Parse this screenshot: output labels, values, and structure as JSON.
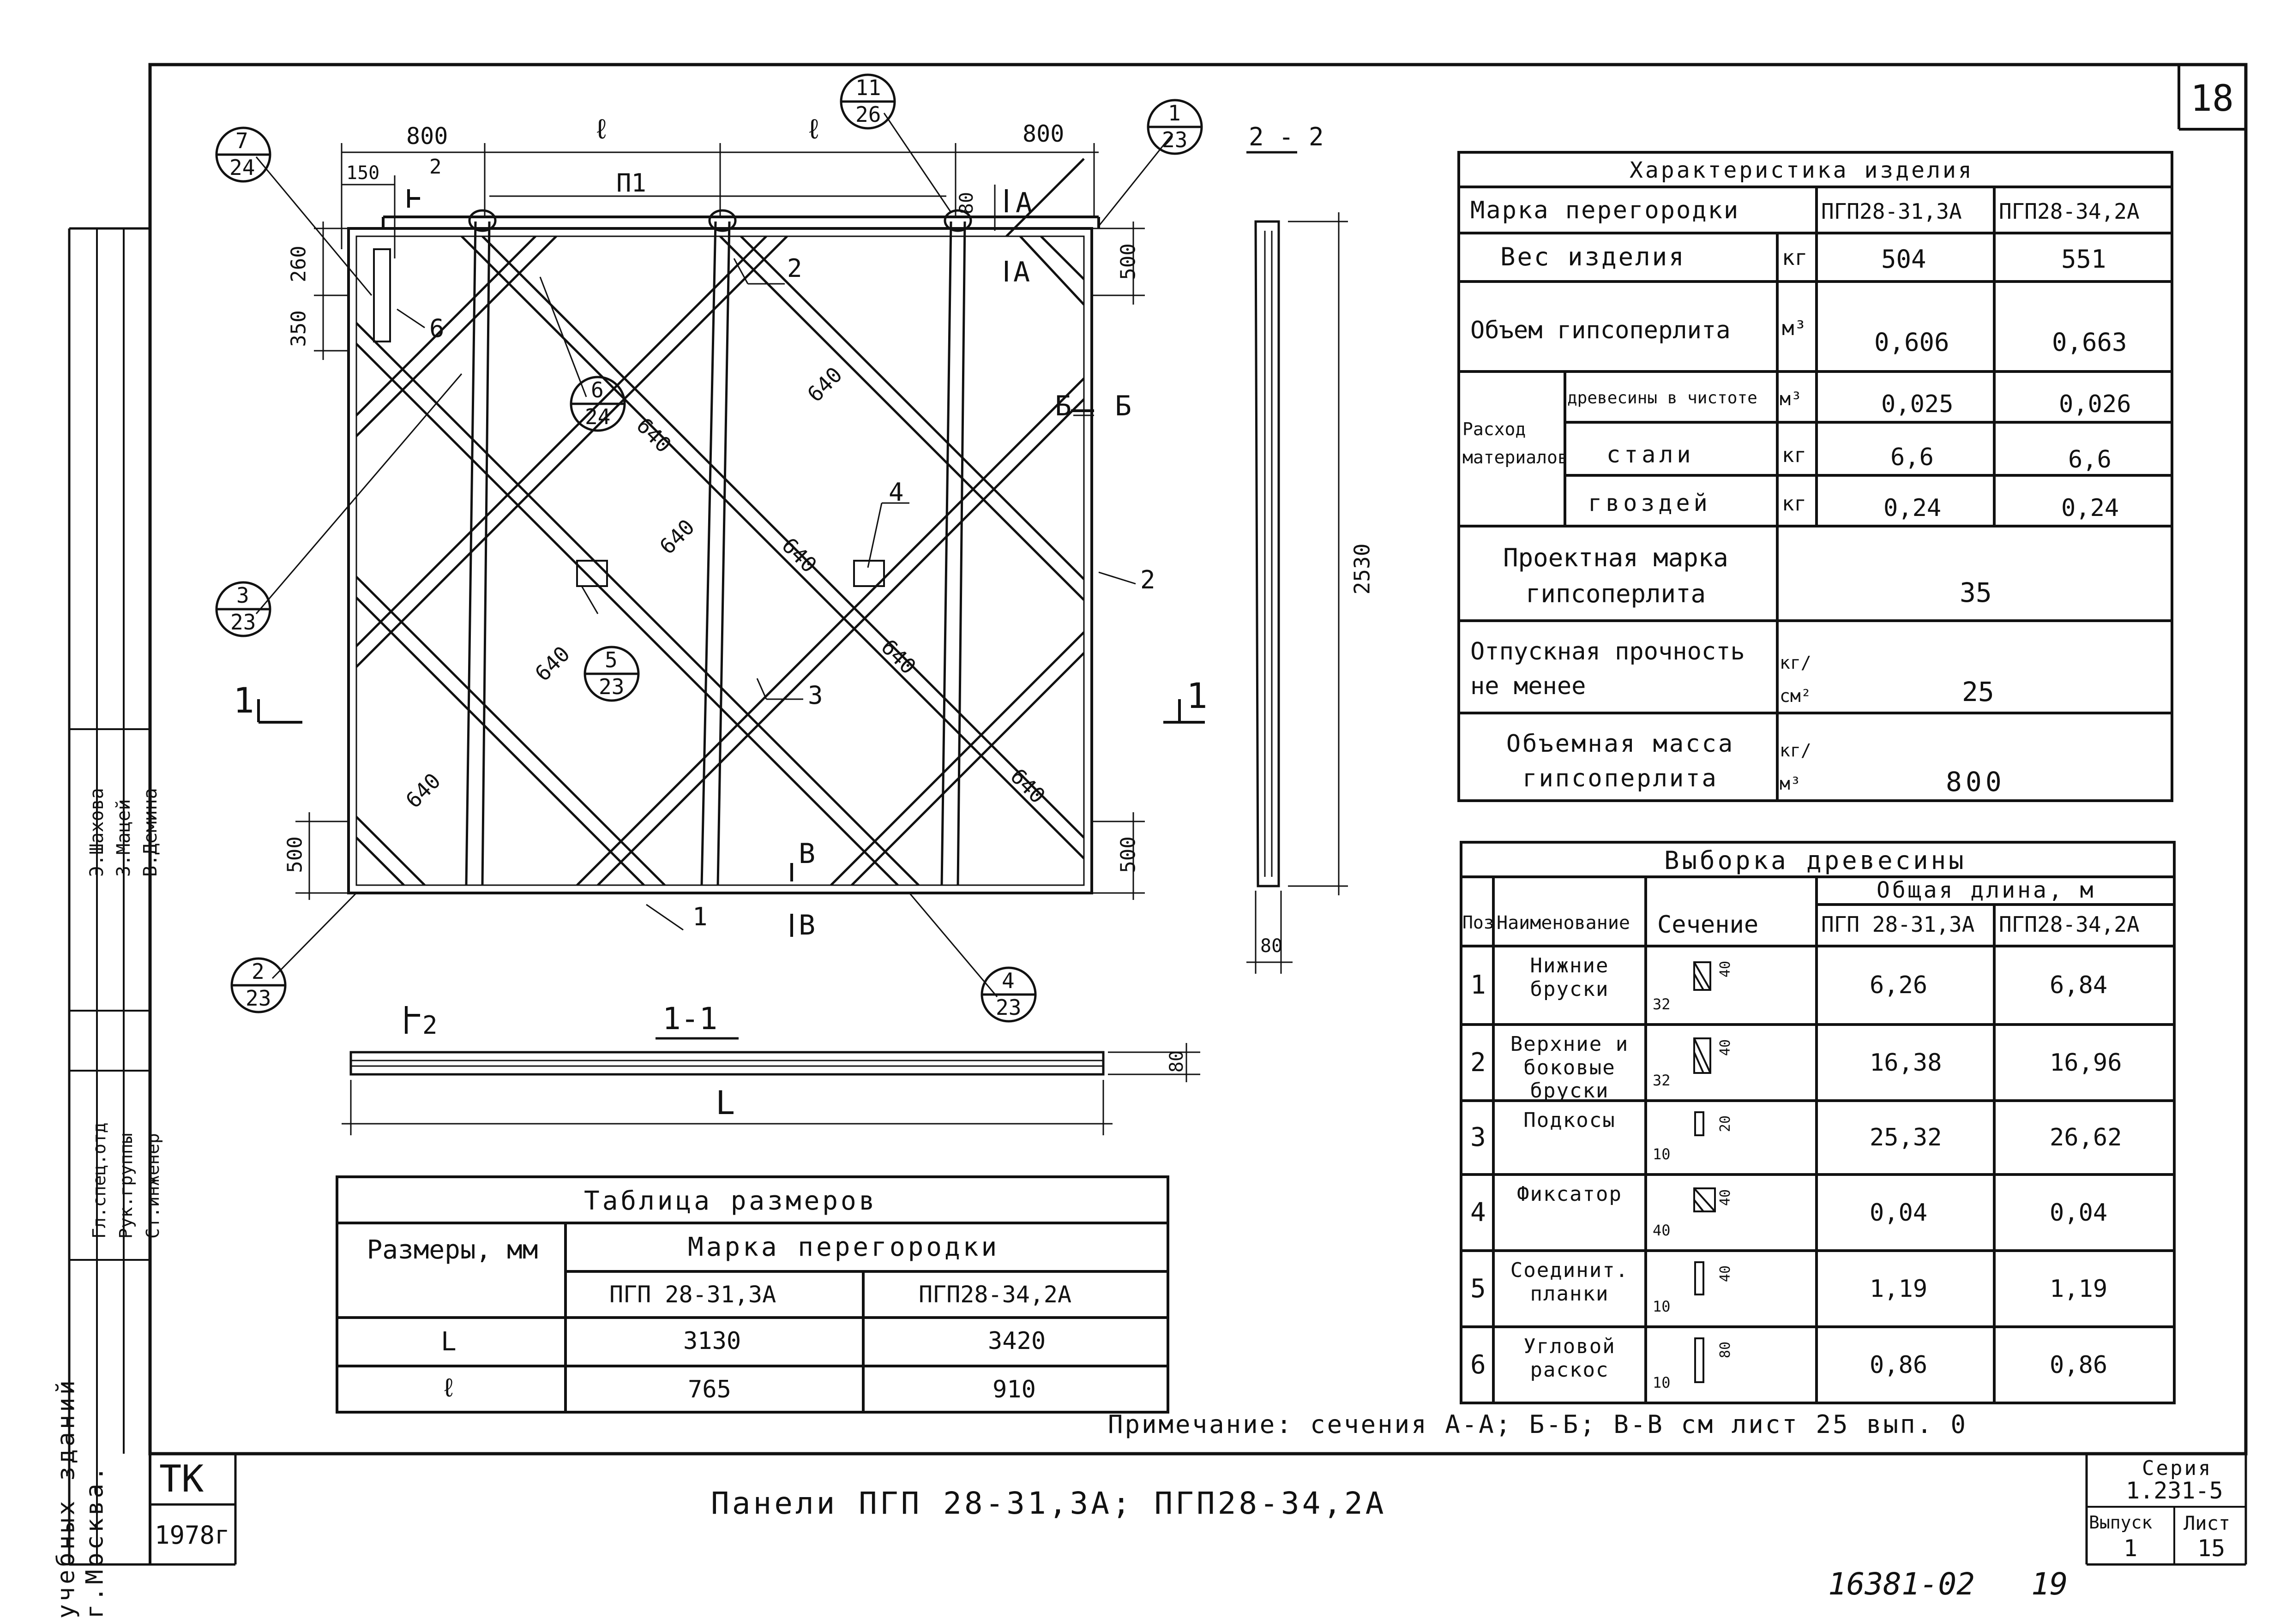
{
  "sheet": {
    "number": "18",
    "note": "Примечание: сечения А-А; Б-Б; В-В см лист 25 вып. 0",
    "stamp_number": "16381-02",
    "stamp_page": "19"
  },
  "drawing": {
    "dims_top": [
      "800",
      "ℓ",
      "ℓ",
      "800"
    ],
    "dim_150": "150",
    "dim_260": "260",
    "dim_350": "350",
    "dim_500_left": "500",
    "dim_500_right_top": "500",
    "dim_500_right_bottom": "500",
    "dim_80_top": "80",
    "diag_640": "640",
    "top_label": "П1",
    "pos_1": "1",
    "pos_2": "2",
    "pos_3": "3",
    "pos_4": "4",
    "pos_6": "6",
    "sect_A": "А",
    "sect_B": "Б",
    "sect_V": "В",
    "arrow_1": "1",
    "arrow_2": "2",
    "callouts": [
      {
        "top": "7",
        "bottom": "24"
      },
      {
        "top": "11",
        "bottom": "26"
      },
      {
        "top": "1",
        "bottom": "23"
      },
      {
        "top": "6",
        "bottom": "24"
      },
      {
        "top": "3",
        "bottom": "23"
      },
      {
        "top": "5",
        "bottom": "23"
      },
      {
        "top": "2",
        "bottom": "23"
      },
      {
        "top": "4",
        "bottom": "23"
      }
    ],
    "section_22_title": "2 - 2",
    "section_22_height": "2530",
    "section_22_width": "80",
    "section_11_title": "1-1",
    "section_11_thickness": "80",
    "section_11_length": "L"
  },
  "dim_table": {
    "title": "Таблица размеров",
    "col_size": "Размеры, мм",
    "col_brand": "Марка перегородки",
    "brands": [
      "ПГП 28-31,3А",
      "ПГП28-34,2А"
    ],
    "rows": [
      {
        "label": "L",
        "v1": "3130",
        "v2": "3420"
      },
      {
        "label": "ℓ",
        "v1": "765",
        "v2": "910"
      }
    ]
  },
  "char_table": {
    "title": "Характеристика изделия",
    "brand_label": "Марка перегородки",
    "brands": [
      "ПГП28-31,3А",
      "ПГП28-34,2А"
    ],
    "weight_label": "Вес изделия",
    "weight_unit": "кг",
    "weight": [
      "504",
      "551"
    ],
    "volume_label": "Объем гипсоперлита",
    "volume_unit": "м³",
    "volume": [
      "0,606",
      "0,663"
    ],
    "consumption_label": "Расход материалов",
    "wood_label": "древесины в чистоте",
    "wood_unit": "м³",
    "wood": [
      "0,025",
      "0,026"
    ],
    "steel_label": "стали",
    "steel_unit": "кг",
    "steel": [
      "6,6",
      "6,6"
    ],
    "nails_label": "гвоздей",
    "nails_unit": "кг",
    "nails": [
      "0,24",
      "0,24"
    ],
    "project_label": "Проектная марка гипсоперлита",
    "project_value": "35",
    "strength_label": "Отпускная прочность не менее",
    "strength_unit": "кг/см²",
    "strength_value": "25",
    "density_label": "Объемная масса гипсоперлита",
    "density_unit": "кг/м³",
    "density_value": "800"
  },
  "wood_table": {
    "title": "Выборка древесины",
    "col_pos": "Поз",
    "col_name": "Наименование",
    "col_section": "Сечение",
    "col_length": "Общая длина, м",
    "brands": [
      "ПГП 28-31,3А",
      "ПГП28-34,2А"
    ],
    "rows": [
      {
        "pos": "1",
        "name": "Нижние бруски",
        "w": "32",
        "h": "40",
        "v1": "6,26",
        "v2": "6,84"
      },
      {
        "pos": "2",
        "name": "Верхние и боковые бруски",
        "w": "32",
        "h": "40",
        "v1": "16,38",
        "v2": "16,96"
      },
      {
        "pos": "3",
        "name": "Подкосы",
        "w": "10",
        "h": "20",
        "v1": "25,32",
        "v2": "26,62"
      },
      {
        "pos": "4",
        "name": "Фиксатор",
        "w": "40",
        "h": "40",
        "v1": "0,04",
        "v2": "0,04"
      },
      {
        "pos": "5",
        "name": "Соединит. планки",
        "w": "10",
        "h": "40",
        "v1": "1,19",
        "v2": "1,19"
      },
      {
        "pos": "6",
        "name": "Угловой раскос",
        "w": "10",
        "h": "80",
        "v1": "0,86",
        "v2": "0,86"
      }
    ]
  },
  "titleblock": {
    "side_roles": [
      "Гл.спец.отд",
      "Рук.группы",
      "Ст.инженер"
    ],
    "side_names": [
      "Э.Шахова",
      "З.Мацей",
      "В.Демина"
    ],
    "org": "учебных зданий г.Москва.",
    "code": "ТК",
    "year": "1978г",
    "title": "Панели ПГП 28-31,3А; ПГП28-34,2А",
    "series_label": "Серия",
    "series_value": "1.231-5",
    "issue_label": "Выпуск",
    "issue_value": "1",
    "sheet_label": "Лист",
    "sheet_value": "15"
  }
}
